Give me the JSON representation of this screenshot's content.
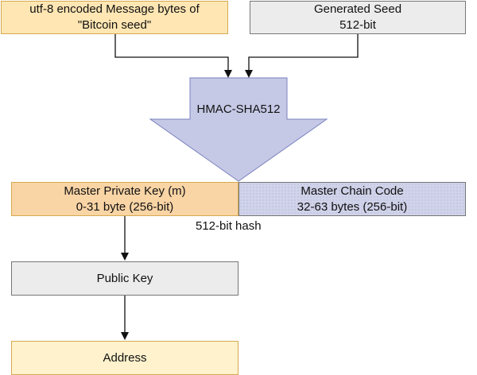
{
  "inputs": {
    "message": {
      "line1": "utf-8 encoded Message bytes of",
      "line2": "\"Bitcoin seed\""
    },
    "seed": {
      "line1": "Generated Seed",
      "line2": "512-bit"
    }
  },
  "hmac": {
    "label": "HMAC-SHA512"
  },
  "outputs": {
    "private_key": {
      "line1": "Master Private Key (m)",
      "line2": "0-31 byte (256-bit)"
    },
    "chain_code": {
      "line1": "Master Chain Code",
      "line2": "32-63 bytes (256-bit)"
    },
    "hash_label": "512-bit hash"
  },
  "public_key": {
    "label": "Public Key"
  },
  "address": {
    "label": "Address"
  },
  "colors": {
    "message_fill": "#ffe6b3",
    "seed_fill": "#ececec",
    "hmac_fill": "#c5c9e6",
    "private_key_fill": "#f9d4a5",
    "chain_code_fill": "#d0d3e9",
    "public_key_fill": "#ececec",
    "address_fill": "#fff2cc",
    "connector": "#111111"
  }
}
